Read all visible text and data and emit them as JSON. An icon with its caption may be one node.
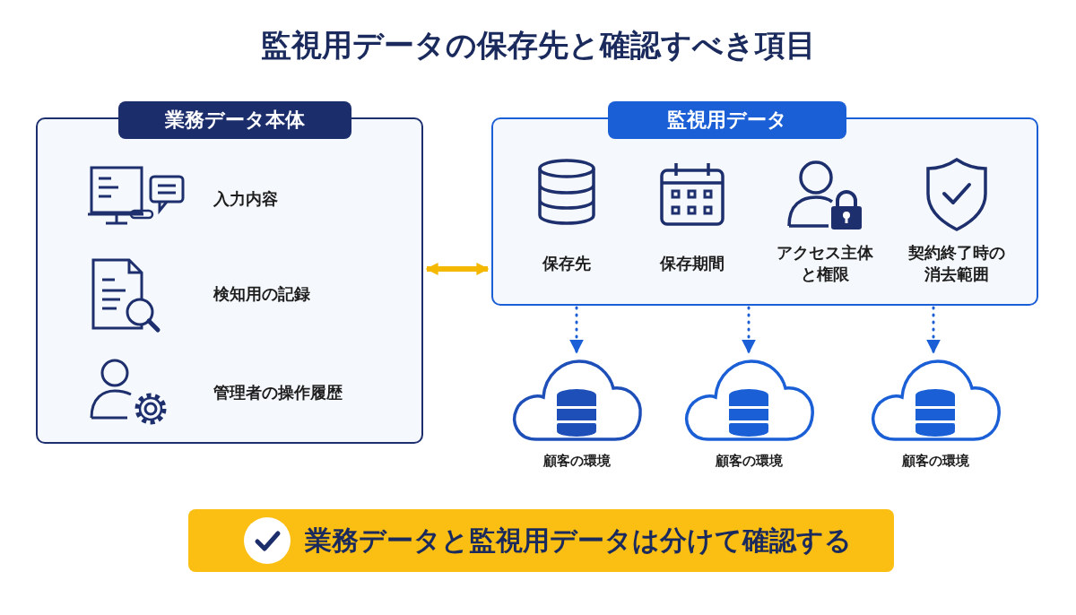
{
  "diagram": {
    "title": "監視用データの保存先と確認すべき項目",
    "nodes": [
      {
        "text": [
          "業務データ本体"
        ]
      },
      {
        "text": [
          "監視用データ"
        ]
      },
      {
        "text": [
          "顧客の環境"
        ]
      },
      {
        "text": [
          "顧客の環境"
        ]
      },
      {
        "text": [
          "顧客の環境"
        ]
      },
      {
        "text": [
          "業務データと監視用データは分けて確認する"
        ]
      }
    ],
    "edges": [
      {
        "from": 0,
        "to": 1,
        "arrow": "both",
        "style": "thick",
        "color": "#f5b800"
      },
      {
        "from": 1,
        "to": 2,
        "arrow": "to",
        "style": "dashed"
      },
      {
        "from": 1,
        "to": 3,
        "arrow": "to",
        "style": "dashed"
      },
      {
        "from": 1,
        "to": 4,
        "arrow": "to",
        "style": "dashed"
      }
    ],
    "labels": [
      "入力内容",
      "検知用の記録",
      "管理者の操作履歴",
      "保存先",
      "保存期間",
      "アクセス主体と権限",
      "契約終了時の消去範囲"
    ]
  }
}
